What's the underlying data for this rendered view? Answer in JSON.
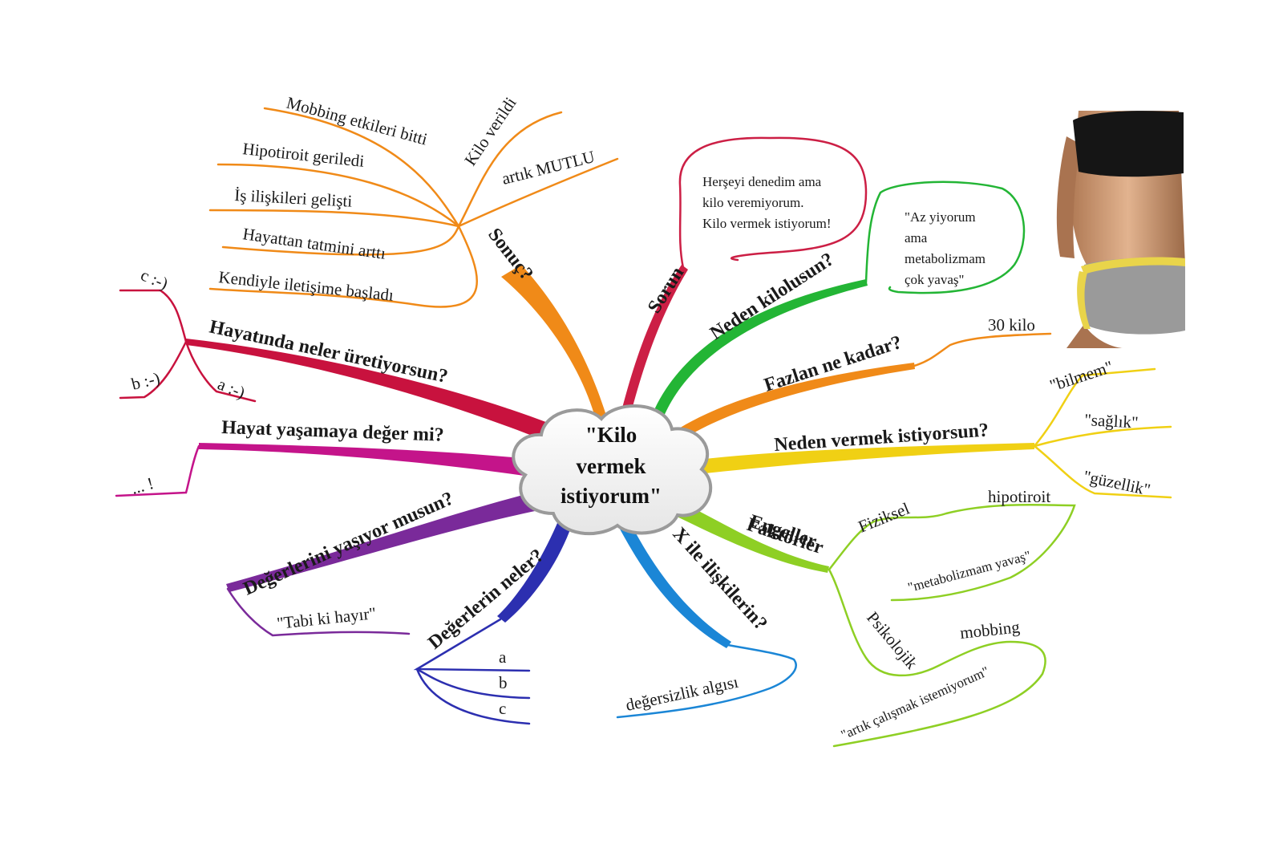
{
  "center": {
    "line1": "\"Kilo",
    "line2": "vermek",
    "line3": "istiyorum\""
  },
  "colors": {
    "orange": "#f08a18",
    "crimson": "#cc1f45",
    "magenta": "#c4148a",
    "purple": "#7a2a9a",
    "blue": "#2c2fb0",
    "skyblue": "#1b86d6",
    "lime": "#8ecf24",
    "yellow": "#f0d014",
    "green": "#23b535",
    "red": "#c8123e"
  },
  "branches": {
    "sonuc": {
      "label": "Sonuç?",
      "children": [
        "Mobbing etkileri bitti",
        "Kilo verildi",
        "artık MUTLU",
        "Hipotiroit geriledi",
        "İş ilişkileri gelişti",
        "Hayattan tatmini arttı",
        "Kendiyle iletişime başladı"
      ]
    },
    "sorun": {
      "label": "Sorun",
      "bubble": [
        "Herşeyi denedim ama",
        "kilo veremiyorum.",
        "Kilo vermek istiyorum!"
      ]
    },
    "neden_kilolusun": {
      "label": "Neden kilolusun?",
      "bubble": [
        "\"Az yiyorum",
        "ama",
        "metabolizmam",
        "çok yavaş\""
      ]
    },
    "fazlan": {
      "label": "Fazlan ne kadar?",
      "child": "30 kilo"
    },
    "neden_vermek": {
      "label": "Neden vermek istiyorsun?",
      "children": [
        "\"bilmem\"",
        "\"sağlık\"",
        "\"güzellik\""
      ]
    },
    "engeller": {
      "label_a": "Engeller",
      "label_b": "Faktörler",
      "fiziksel": "Fiziksel",
      "hipotiroit": "hipotiroit",
      "metabolizma": "\"metabolizmam yavaş\"",
      "psikolojik": "Psikolojik",
      "mobbing": "mobbing",
      "calismak": "\"artık çalışmak istemiyorum\""
    },
    "x_ile": {
      "label": "X ile ilişkilerin?",
      "child": "değersizlik algısı"
    },
    "degerlerin": {
      "label": "Değerlerin neler?",
      "children": [
        "a",
        "b",
        "c"
      ]
    },
    "degerlerini_yasiyor": {
      "label": "Değerlerini yaşıyor musun?",
      "child": "\"Tabi ki hayır\""
    },
    "hayat_yasamaya": {
      "label": "Hayat yaşamaya değer mi?",
      "child": "... !"
    },
    "hayatinda": {
      "label": "Hayatında neler üretiyorsun?",
      "children": [
        "c :-)",
        "b :-)",
        "a :-)"
      ]
    }
  }
}
